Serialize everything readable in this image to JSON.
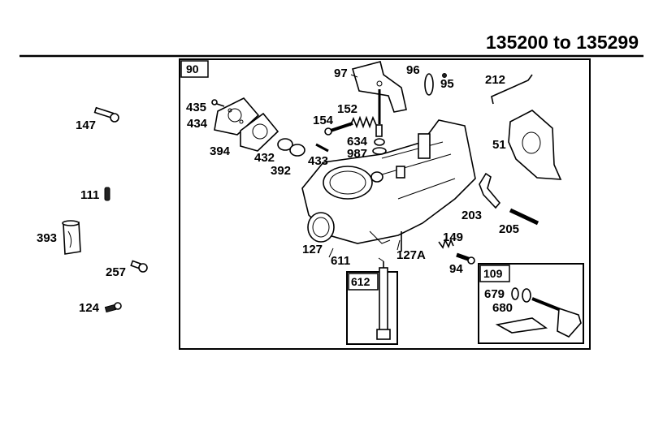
{
  "header": {
    "range_title": "135200 to 135299"
  },
  "boxes": {
    "main": "90",
    "sub_a": "612",
    "sub_b": "109"
  },
  "labels": {
    "p147": "147",
    "p111": "111",
    "p393": "393",
    "p257": "257",
    "p124": "124",
    "p435": "435",
    "p434": "434",
    "p394": "394",
    "p432": "432",
    "p392": "392",
    "p433": "433",
    "p154": "154",
    "p152": "152",
    "p634": "634",
    "p987": "987",
    "p97": "97",
    "p96": "96",
    "p95": "95",
    "p212": "212",
    "p51": "51",
    "p203": "203",
    "p205": "205",
    "p127": "127",
    "p127a": "127A",
    "p611": "611",
    "p149": "149",
    "p94": "94",
    "p679": "679",
    "p680": "680"
  }
}
